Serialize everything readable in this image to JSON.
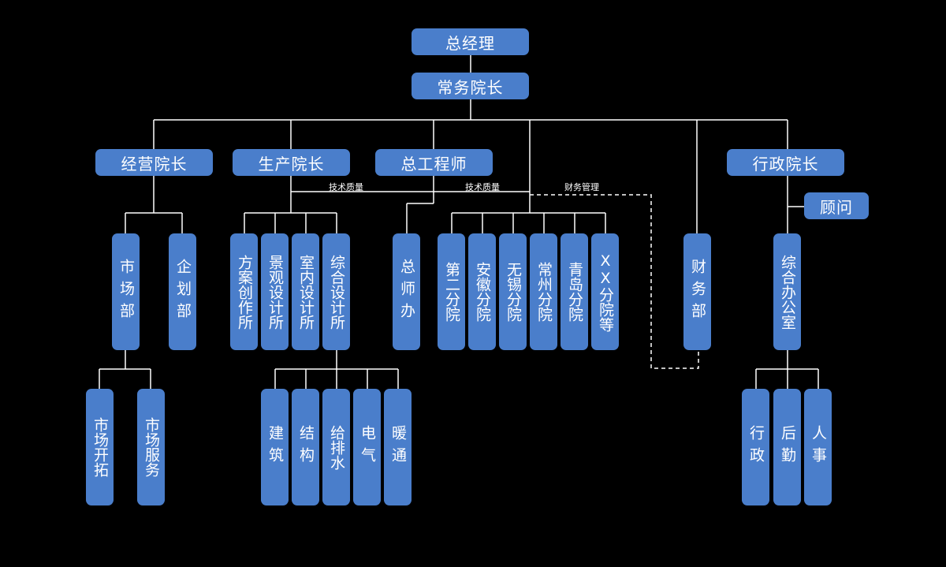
{
  "nodes": {
    "gm": "总经理",
    "exec_vp": "常务院长",
    "biz_vp": "经营院长",
    "prod_vp": "生产院长",
    "chief_eng": "总工程师",
    "admin_vp": "行政院长",
    "advisor": "顾问",
    "market_dept": "市场部",
    "planning_dept": "企划部",
    "market_dev": "市场开拓",
    "market_service": "市场服务",
    "scheme_studio": "方案创作所",
    "landscape_studio": "景观设计所",
    "interior_studio": "室内设计所",
    "integrated_studio": "综合设计所",
    "architecture": "建筑",
    "structure": "结构",
    "plumbing": "给排水",
    "electrical": "电气",
    "hvac": "暖通",
    "chief_office": "总师办",
    "branch_2": "第二分院",
    "branch_anhui": "安徽分院",
    "branch_wuxi": "无锡分院",
    "branch_changzhou": "常州分院",
    "branch_qingdao": "青岛分院",
    "branch_xx": "XX分院等",
    "finance_dept": "财务部",
    "general_office": "综合办公室",
    "admin_section": "行政",
    "logistics": "后勤",
    "personnel": "人事"
  },
  "labels": {
    "tech_quality_1": "技术质量",
    "tech_quality_2": "技术质量",
    "finance_mgmt": "财务管理"
  },
  "colors": {
    "box_fill": "#4a7ecb",
    "line": "#ffffff",
    "background": "#000000"
  }
}
